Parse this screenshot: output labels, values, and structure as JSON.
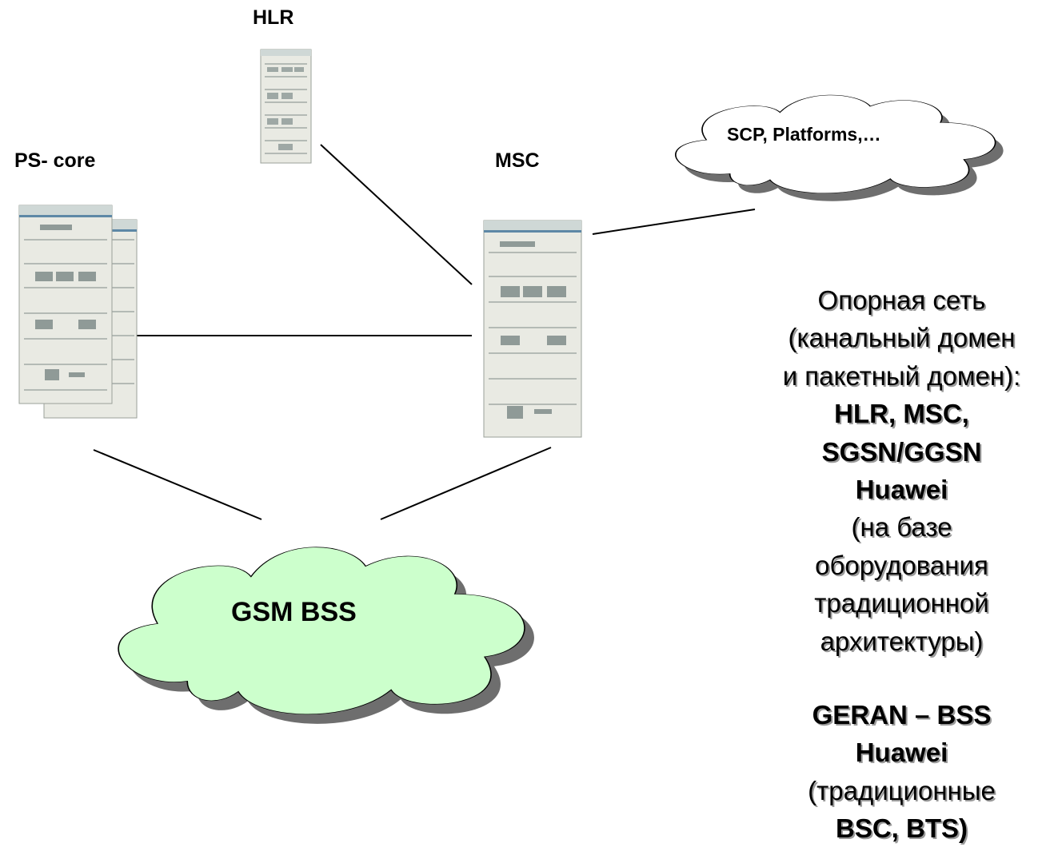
{
  "labels": {
    "hlr": "HLR",
    "ps_core": "PS- core",
    "msc": "MSC",
    "scp_cloud": "SCP, Platforms,…",
    "gsm_bss_cloud": "GSM BSS"
  },
  "side_text": {
    "core_line1": "Опорная сеть",
    "core_line2": "(канальный домен",
    "core_line3": "и пакетный домен):",
    "core_line4": "HLR, MSC,",
    "core_line5": "SGSN/GGSN",
    "core_line6": "Huawei",
    "core_line7": "(на базе",
    "core_line8": "оборудования",
    "core_line9": "традиционной",
    "core_line10": "архитектуры)",
    "geran_line1": "GERAN – BSS",
    "geran_line2": "Huawei",
    "geran_line3": "(традиционные",
    "geran_line4": "BSC, BTS)"
  },
  "colors": {
    "cloud_fill": "#ccffcc",
    "scp_cloud_fill": "#ffffff",
    "cloud_shadow": "#6e6e6e",
    "rack_body": "#e9eae3",
    "rack_accent": "#5e88a6",
    "connector": "#000000"
  }
}
